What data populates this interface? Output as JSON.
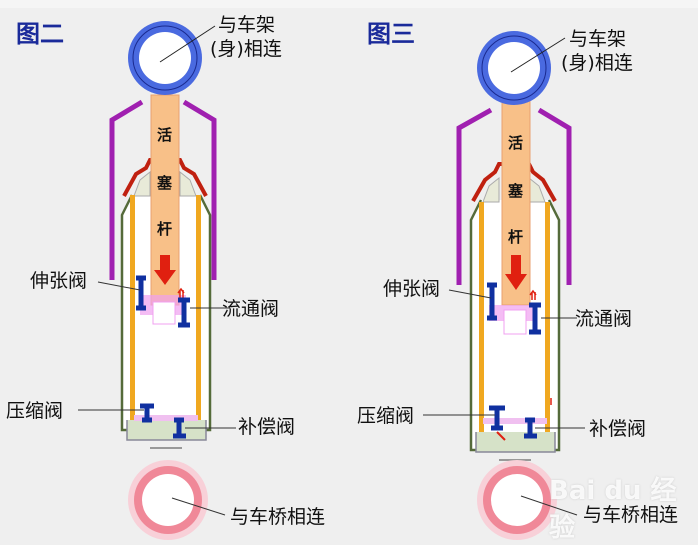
{
  "figures": [
    {
      "title": "图二",
      "labels": {
        "top_mount_line1": "与车架",
        "top_mount_line2": "(身)相连",
        "rod_chars": [
          "活",
          "塞",
          "杆"
        ],
        "rebound_valve": "伸张阀",
        "flow_valve": "流通阀",
        "compression_valve": "压缩阀",
        "compensation_valve": "补偿阀",
        "bottom_mount": "与车桥相连"
      }
    },
    {
      "title": "图三",
      "labels": {
        "top_mount_line1": "与车架",
        "top_mount_line2": "(身)相连",
        "rod_chars": [
          "活",
          "塞",
          "杆"
        ],
        "rebound_valve": "伸张阀",
        "flow_valve": "流通阀",
        "compression_valve": "压缩阀",
        "compensation_valve": "补偿阀",
        "bottom_mount": "与车桥相连"
      }
    }
  ],
  "watermark": "Bai du 经验",
  "colors": {
    "top_ring": "#4a6ae0",
    "rod": "#f8c088",
    "purple_cover": "#a020b0",
    "tube": "#f0a820",
    "seal": "#c02010",
    "valve": "#1030a0",
    "arrow": "#e02010",
    "bottom_ring": "#f08898",
    "piston": "#f0a0f0",
    "title": "#1a2a9a"
  }
}
